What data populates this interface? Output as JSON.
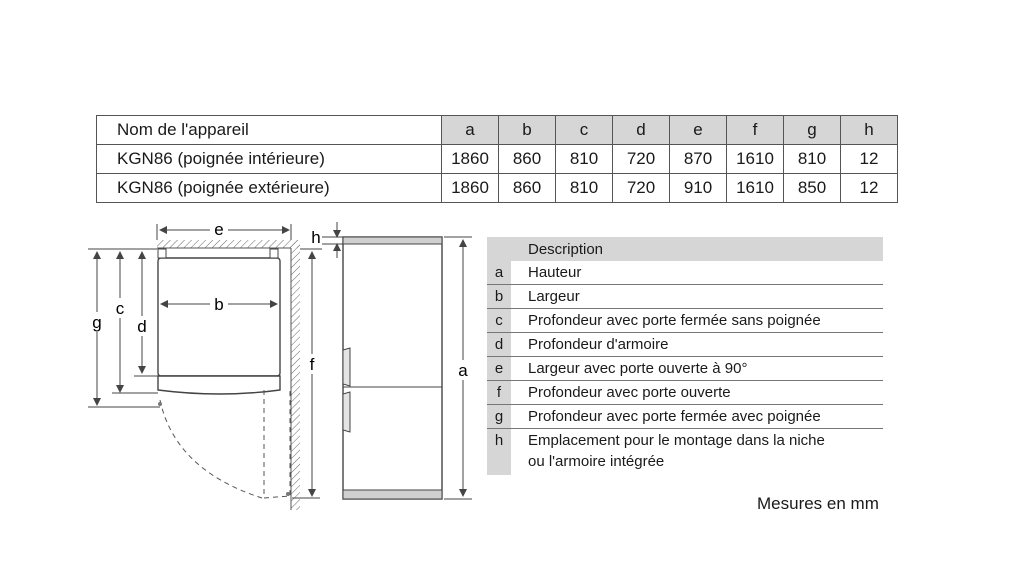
{
  "table": {
    "headers": [
      "Nom de l'appareil",
      "a",
      "b",
      "c",
      "d",
      "e",
      "f",
      "g",
      "h"
    ],
    "rows": [
      [
        "KGN86 (poignée intérieure)",
        "1860",
        "860",
        "810",
        "720",
        "870",
        "1610",
        "810",
        "12"
      ],
      [
        "KGN86 (poignée extérieure)",
        "1860",
        "860",
        "810",
        "720",
        "910",
        "1610",
        "850",
        "12"
      ]
    ]
  },
  "drawing": {
    "labels": {
      "e": "e",
      "b": "b",
      "c": "c",
      "d": "d",
      "g": "g",
      "h": "h",
      "f": "f",
      "a": "a"
    }
  },
  "legend": {
    "title": "Description",
    "items": [
      {
        "key": "a",
        "text": "Hauteur"
      },
      {
        "key": "b",
        "text": "Largeur"
      },
      {
        "key": "c",
        "text": "Profondeur avec porte fermée sans poignée"
      },
      {
        "key": "d",
        "text": "Profondeur d'armoire"
      },
      {
        "key": "e",
        "text": "Largeur avec porte ouverte à 90°"
      },
      {
        "key": "f",
        "text": "Profondeur avec porte ouverte"
      },
      {
        "key": "g",
        "text": "Profondeur avec porte fermée avec poignée"
      },
      {
        "key": "h",
        "text": "Emplacement pour le montage dans la niche",
        "text2": "ou l'armoire intégrée"
      }
    ]
  },
  "note": "Mesures en mm",
  "colors": {
    "header_fill": "#d6d6d6",
    "line": "#555555"
  }
}
